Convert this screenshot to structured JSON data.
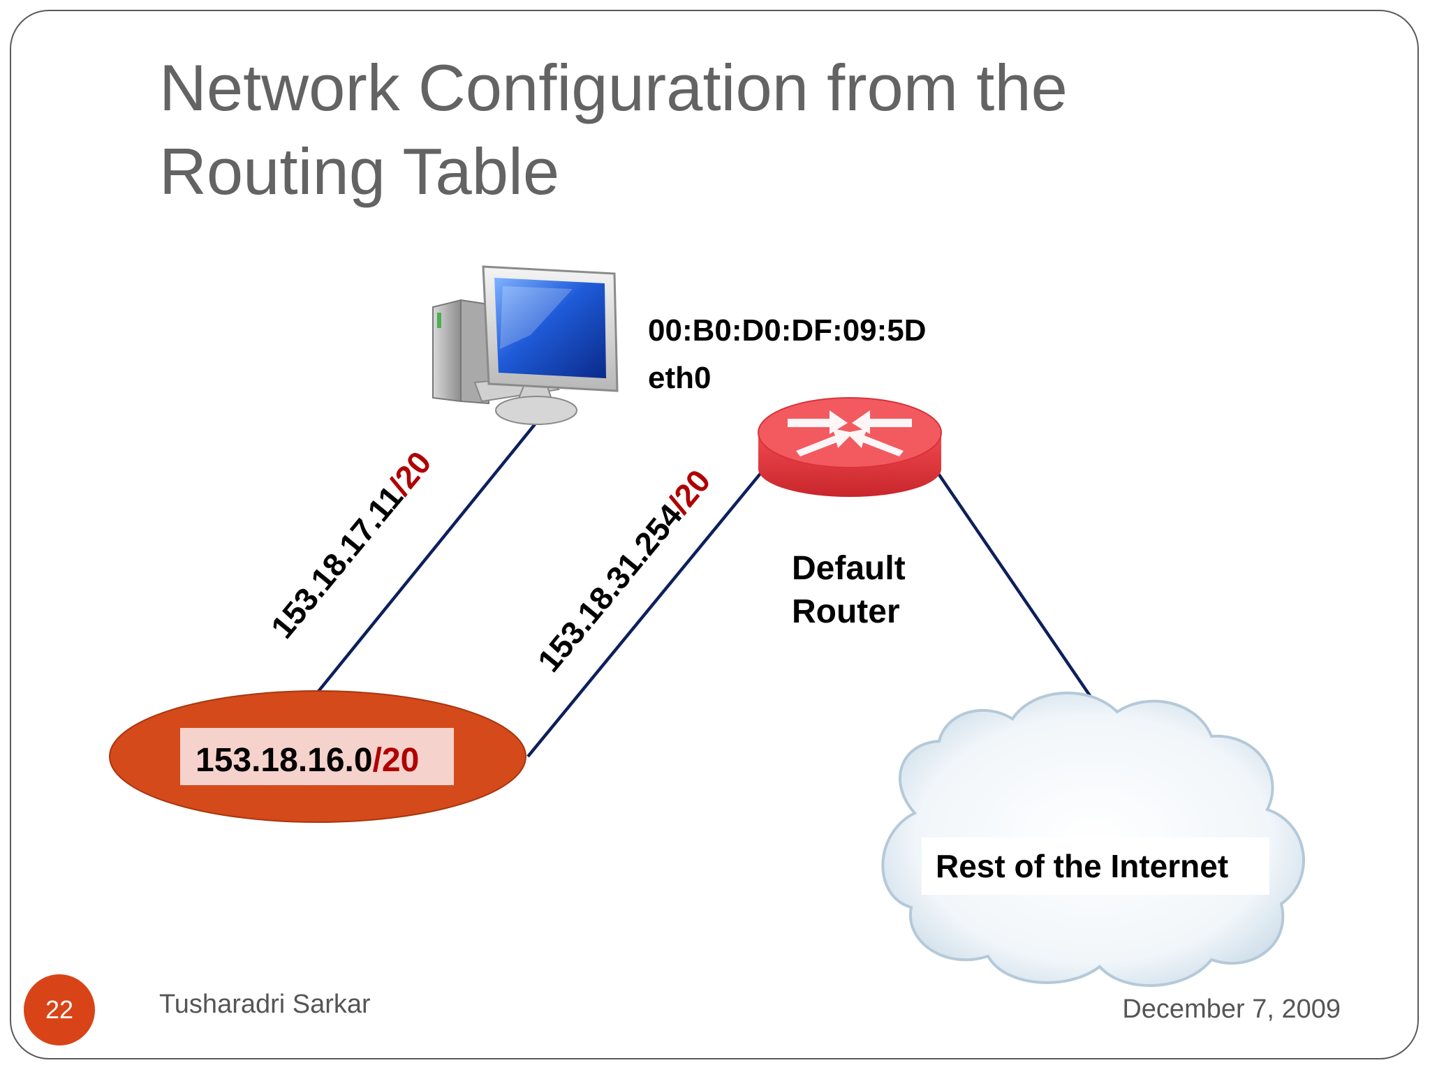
{
  "slide": {
    "title_line1": "Network Configuration from the",
    "title_line2": "Routing Table",
    "author": "Tusharadri Sarkar",
    "date": "December 7, 2009",
    "page_number": "22"
  },
  "diagram": {
    "host_mac": "00:B0:D0:DF:09:5D",
    "host_interface": "eth0",
    "host_link_ip": "153.18.17.11",
    "host_link_prefix": "/20",
    "router_link_ip": "153.18.31.254",
    "router_link_prefix": "/20",
    "router_label_line1": "Default",
    "router_label_line2": "Router",
    "network_ip": "153.18.16.0",
    "network_prefix": "/20",
    "internet_label": "Rest of the Internet"
  },
  "colors": {
    "link": "#0d1f5c",
    "network_fill": "#d44a1a",
    "router_fill": "#ee3b42",
    "prefix_red": "#b00000",
    "badge": "#d84418"
  }
}
